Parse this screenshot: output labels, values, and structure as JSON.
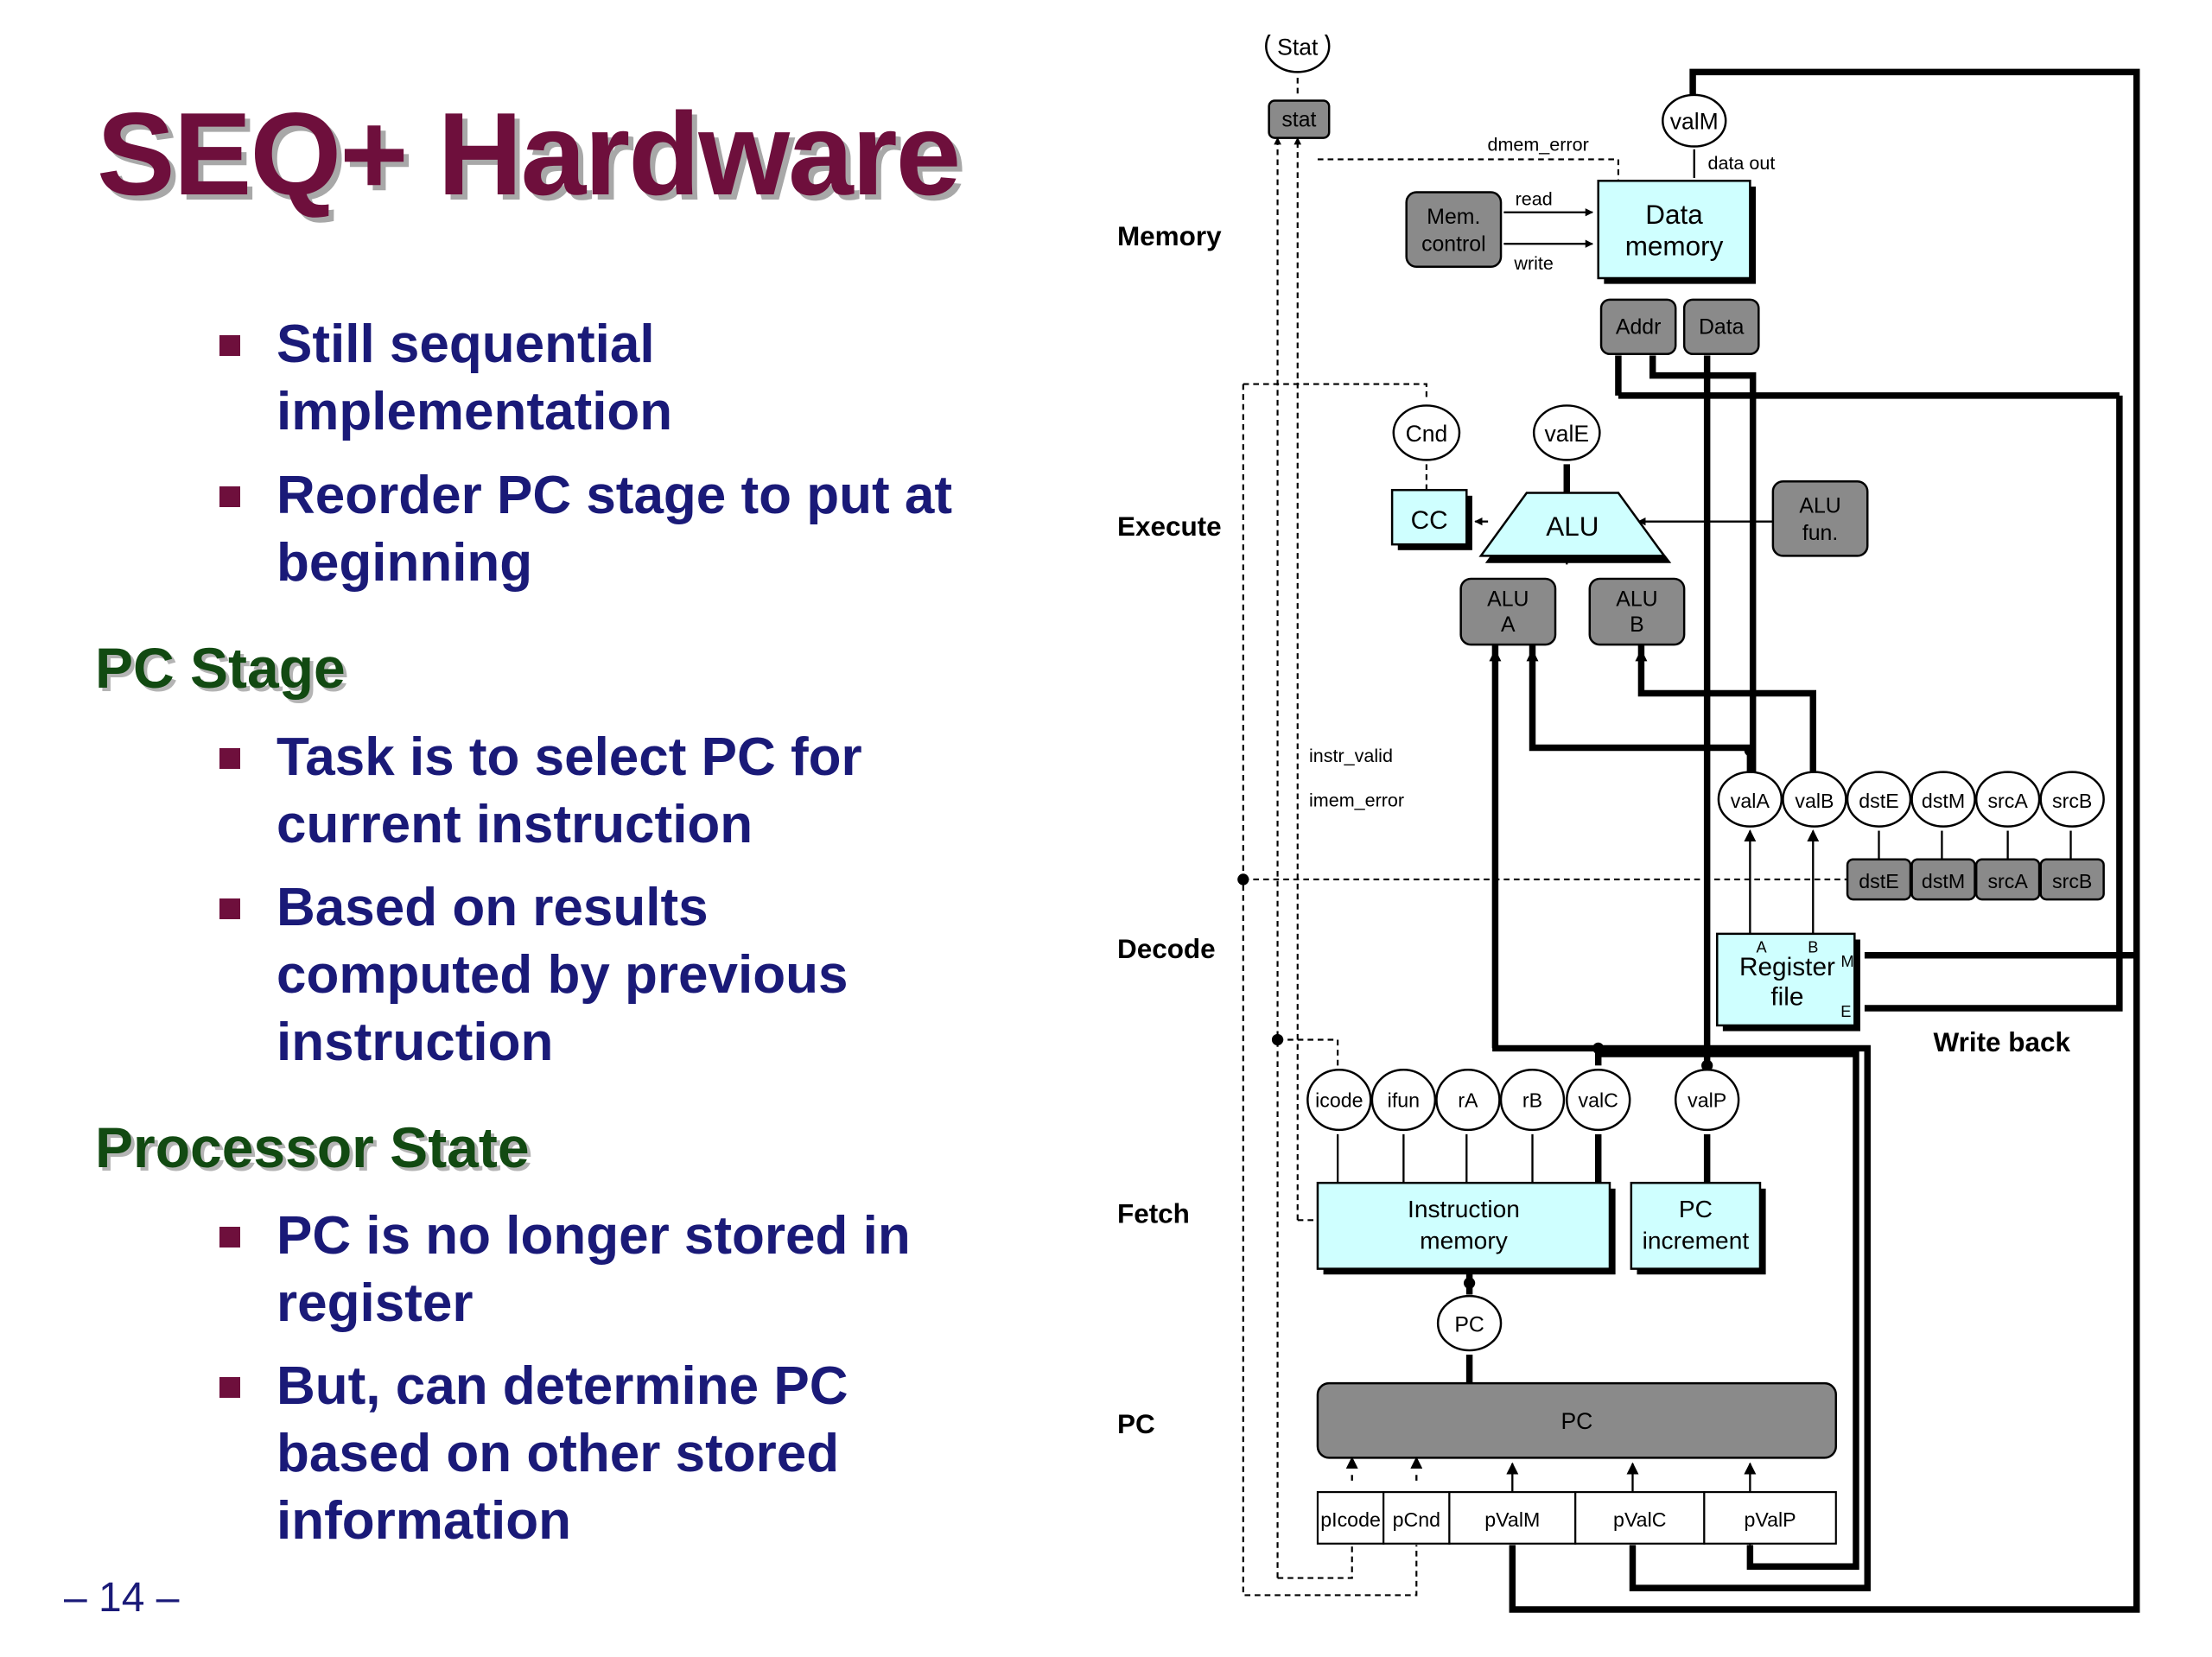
{
  "title": "SEQ+ Hardware",
  "bullets_1": [
    {
      "lines": [
        "Still sequential",
        "implementation"
      ]
    },
    {
      "lines": [
        "Reorder PC stage to put at",
        "beginning"
      ]
    }
  ],
  "heading_pc": "PC Stage",
  "bullets_2": [
    {
      "lines": [
        "Task is to select PC for",
        "current instruction"
      ]
    },
    {
      "lines": [
        "Based on results",
        "computed by previous",
        "instruction"
      ]
    }
  ],
  "heading_state": "Processor State",
  "bullets_3": [
    {
      "lines": [
        "PC is no longer stored in",
        "register"
      ]
    },
    {
      "lines": [
        "But, can determine PC",
        "based on other stored",
        "information"
      ]
    }
  ],
  "page_number": "– 14 –",
  "diagram": {
    "stage_labels": {
      "memory": "Memory",
      "execute": "Execute",
      "decode": "Decode",
      "fetch": "Fetch",
      "pc": "PC",
      "write_back": "Write back"
    },
    "stat_oval": "Stat",
    "stat_box": "stat",
    "dmem_error": "dmem_error",
    "valm_oval": "valM",
    "data_out": "data out",
    "mem_control": [
      "Mem.",
      "control"
    ],
    "read": "read",
    "write": "write",
    "data_memory": [
      "Data",
      "memory"
    ],
    "addr": "Addr",
    "data": "Data",
    "cnd_oval": "Cnd",
    "vale_oval": "valE",
    "cc": "CC",
    "alu": "ALU",
    "alu_fun": [
      "ALU",
      "fun."
    ],
    "alu_a": [
      "ALU",
      "A"
    ],
    "alu_b": [
      "ALU",
      "B"
    ],
    "instr_valid": "instr_valid",
    "imem_error": "imem_error",
    "decode_ovals": [
      "valA",
      "valB",
      "dstE",
      "dstM",
      "srcA",
      "srcB"
    ],
    "decode_boxes": [
      "dstE",
      "dstM",
      "srcA",
      "srcB"
    ],
    "register_file": [
      "Register",
      "file"
    ],
    "port_a": "A",
    "port_b": "B",
    "port_m": "M",
    "port_e": "E",
    "fetch_ovals": [
      "icode",
      "ifun",
      "rA",
      "rB",
      "valC"
    ],
    "valp_oval": "valP",
    "instruction_memory": [
      "Instruction",
      "memory"
    ],
    "pc_increment": [
      "PC",
      "increment"
    ],
    "pc_oval": "PC",
    "pc_box": "PC",
    "p_fields": [
      "pIcode",
      "pCnd",
      "pValM",
      "pValC",
      "pValP"
    ]
  },
  "colors": {
    "title": "#6e0f3c",
    "bullet_text": "#1a1a78",
    "heading": "#124a12",
    "cyan_box": "#cfffff",
    "gray_box": "#8a8a8a"
  }
}
